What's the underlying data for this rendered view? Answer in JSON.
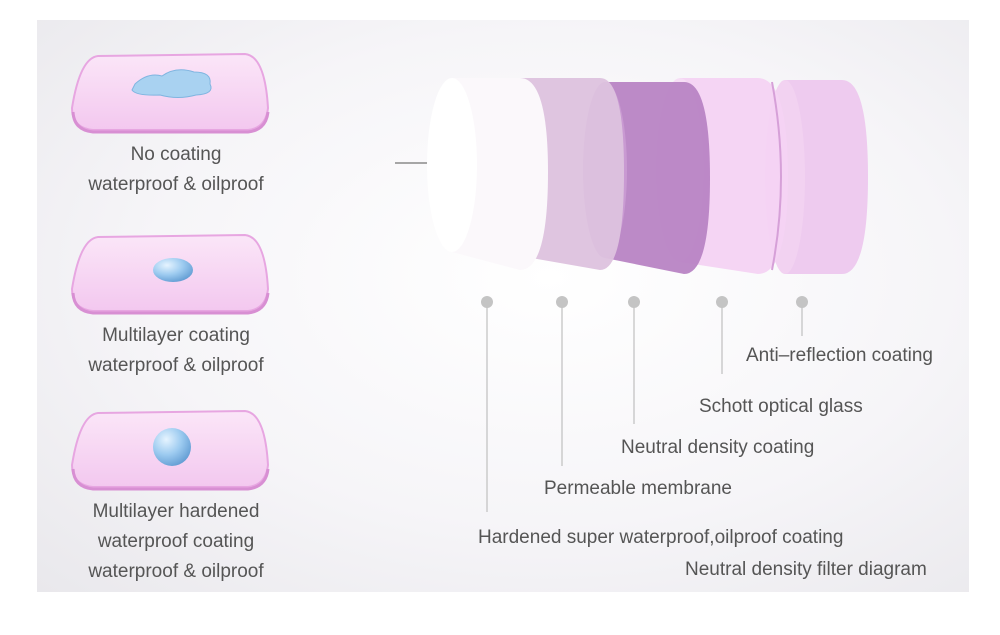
{
  "coating_examples": [
    {
      "line1": "No coating",
      "line2": "waterproof & oilproof"
    },
    {
      "line1": "Multilayer coating",
      "line2": "waterproof & oilproof"
    },
    {
      "line1": "Multilayer hardened",
      "line2": "waterproof coating",
      "line3": "waterproof & oilproof"
    }
  ],
  "layers": [
    {
      "label": "Anti–reflection coating",
      "color": "#ecc6ee"
    },
    {
      "label": "Schott optical glass",
      "color": "#f3d0f2"
    },
    {
      "label": "Neutral density coating",
      "color": "#b884c4"
    },
    {
      "label": "Permeable membrane",
      "color": "#dcc0dc"
    },
    {
      "label": "Hardened super waterproof,oilproof coating",
      "color": "#ffffff"
    }
  ],
  "caption": "Neutral density filter diagram",
  "colors": {
    "lens_plate": "#f6cdf2",
    "water_drop": "#8fc3ec",
    "leader_dot": "#c4c4c4",
    "arrow": "#8a8a8a"
  }
}
